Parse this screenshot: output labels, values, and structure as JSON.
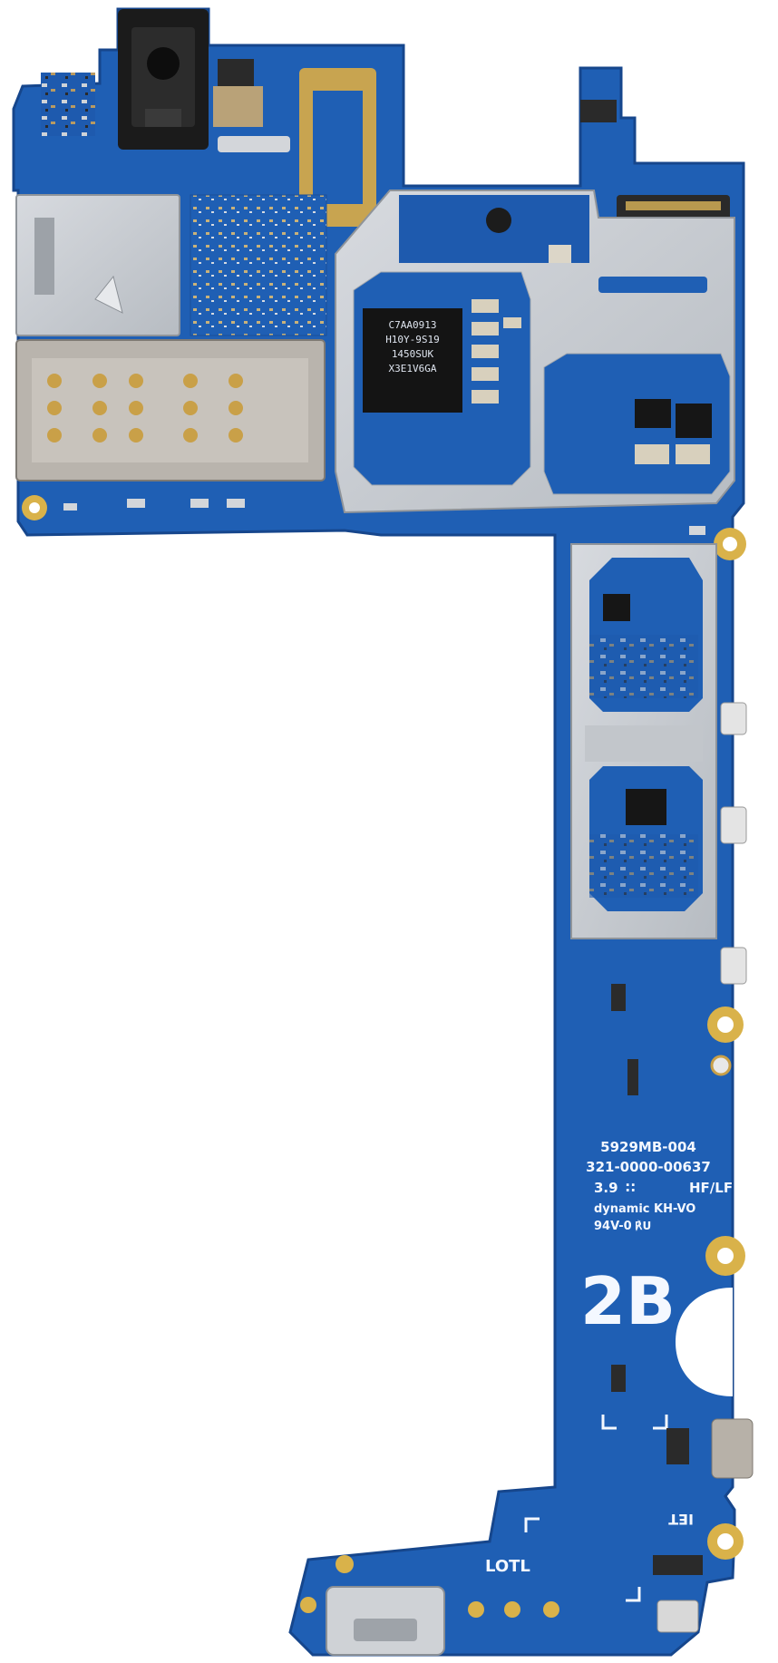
{
  "image": {
    "subject": "Smartphone motherboard"
  },
  "board_labels": {
    "model": "5929MB-004",
    "part_number": "321-0000-00637",
    "spec_line_left": "3.9",
    "spec_line_mid": "∷",
    "spec_line_right": "HF/LF",
    "material": "dynamic KH-VO",
    "rating": "94V-0",
    "ul_mark": "℟U",
    "big_label": "2B",
    "antenna_left": "LOTL",
    "antenna_right": "IET"
  },
  "chip_marking": {
    "line1": "C7AA0913",
    "line2": "H10Y-9S19",
    "line3": "1450SUK",
    "line4": "X3E1V6GA"
  },
  "colors": {
    "pcb": "#1f5fb4",
    "pcb_dark": "#17488f",
    "shield": "#c9cdd2",
    "shield_dark": "#9ea3a9",
    "gold": "#d9b24a"
  }
}
